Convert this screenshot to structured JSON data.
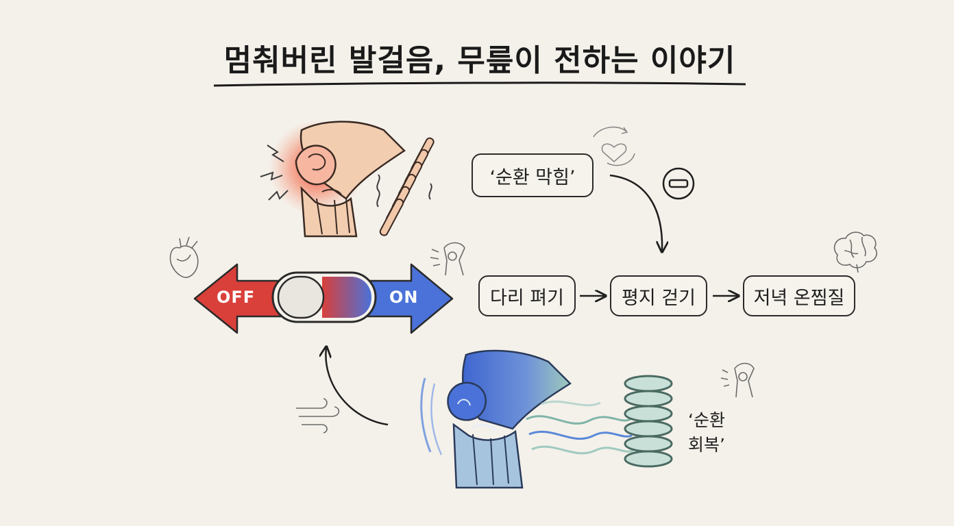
{
  "title": "멈춰버린 발걸음, 무릎이 전하는 이야기",
  "blocked_label": "‘순환 막힘’",
  "toggle": {
    "off_label": "OFF",
    "on_label": "ON"
  },
  "steps": [
    "다리 펴기",
    "평지 걷기",
    "저녁 온찜질"
  ],
  "recovery_label": {
    "line1": "‘순환",
    "line2": "회복’"
  },
  "colors": {
    "pain_red": "#e0463a",
    "off_red": "#d9403a",
    "on_blue": "#4a72d8",
    "recovery_teal": "#7fb5a8",
    "ink": "#2a2a2a",
    "background": "#f4f1ea"
  },
  "icons": [
    "lightning-icon",
    "spring-icon",
    "heart-cycle-icon",
    "minus-circle-icon",
    "brain-icon",
    "heart-organ-icon",
    "knee-mini-icon",
    "wind-icon"
  ]
}
